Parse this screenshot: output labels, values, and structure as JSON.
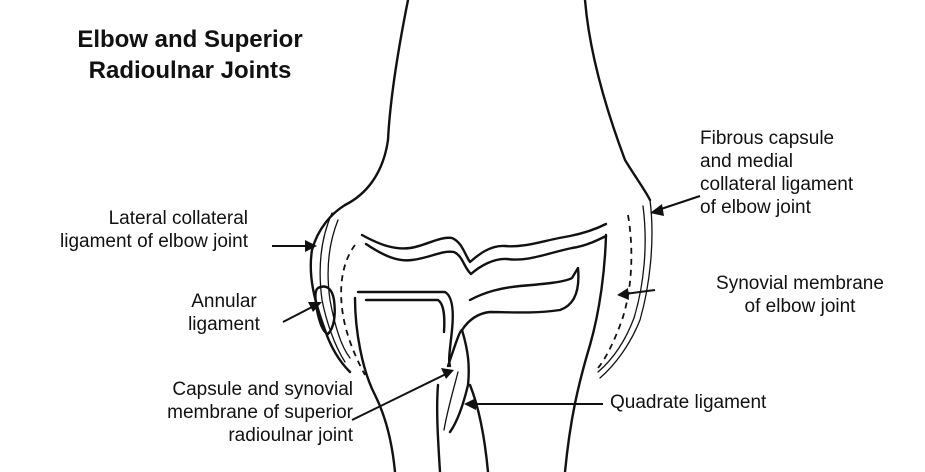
{
  "title": {
    "line1": "Elbow and Superior",
    "line2": "Radioulnar Joints"
  },
  "labels": {
    "lateral_collateral": [
      "Lateral collateral",
      "ligament of elbow joint"
    ],
    "annular": [
      "Annular",
      "ligament"
    ],
    "capsule_superior": [
      "Capsule and synovial",
      "membrane of superior",
      "radioulnar joint"
    ],
    "fibrous_capsule": [
      "Fibrous capsule",
      "and medial",
      "collateral ligament",
      "of elbow joint"
    ],
    "synovial_elbow": [
      "Synovial membrane",
      "of elbow joint"
    ],
    "quadrate": [
      "Quadrate ligament"
    ]
  }
}
